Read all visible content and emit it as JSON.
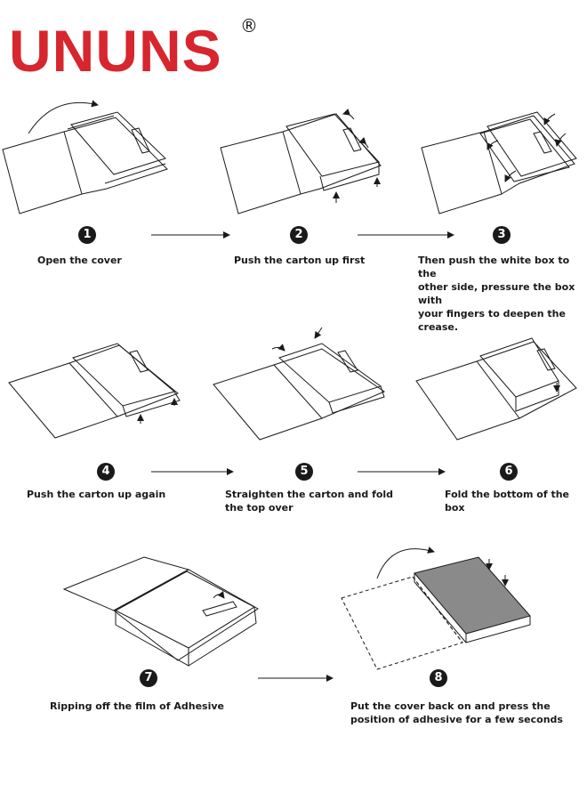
{
  "brand": {
    "name": "UNUNS",
    "registered_mark": "®",
    "color": "#d7262e"
  },
  "steps": [
    {
      "number": "1",
      "caption": "Open the cover"
    },
    {
      "number": "2",
      "caption": "Push the carton up first"
    },
    {
      "number": "3",
      "caption": "Then push the white box to the\nother side, pressure the box with\nyour fingers to deepen the crease."
    },
    {
      "number": "4",
      "caption": "Push the carton up again"
    },
    {
      "number": "5",
      "caption": "Straighten the carton and fold\nthe top over"
    },
    {
      "number": "6",
      "caption": "Fold the bottom of the box"
    },
    {
      "number": "7",
      "caption": "Ripping off the film of Adhesive"
    },
    {
      "number": "8",
      "caption": "Put the cover back on and press the\nposition of adhesive for a few seconds"
    }
  ],
  "colors": {
    "line": "#1a1a1a",
    "box_fill_final": "#8a8a8a",
    "badge": "#1a1a1a"
  }
}
